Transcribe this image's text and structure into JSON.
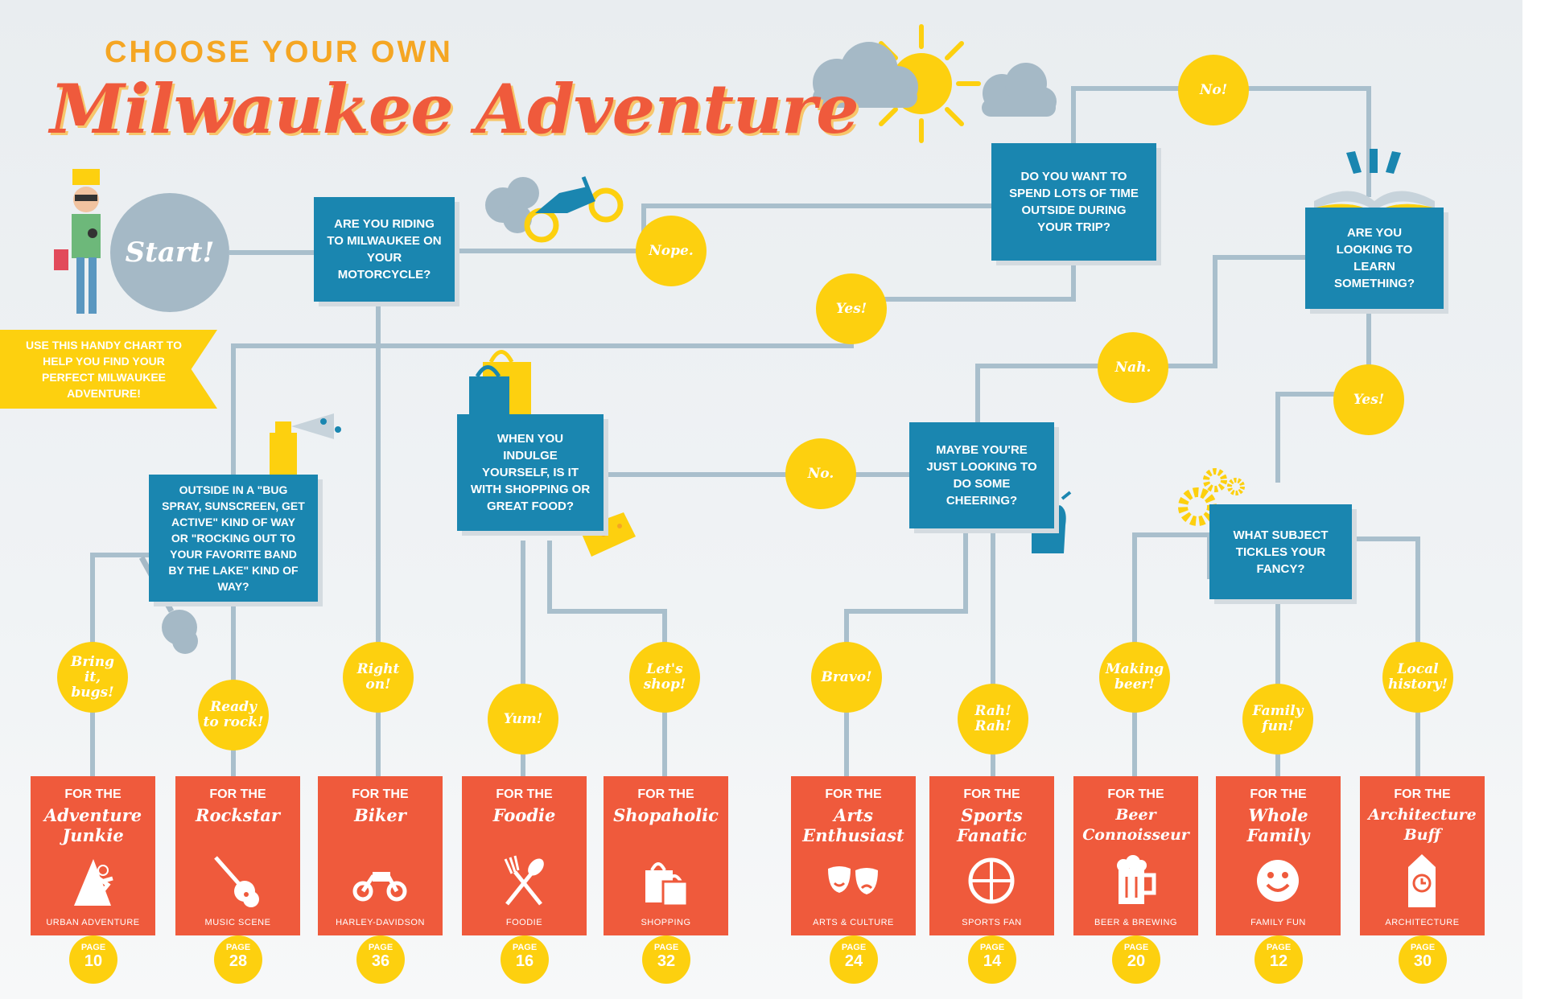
{
  "title": {
    "line1": "CHOOSE YOUR OWN",
    "line2": "Milwaukee Adventure"
  },
  "start": {
    "label": "Start!"
  },
  "ribbon": {
    "text": "USE THIS HANDY CHART TO HELP YOU FIND YOUR PERFECT MILWAUKEE ADVENTURE!"
  },
  "questions": {
    "motorcycle": "ARE YOU RIDING TO MILWAUKEE ON YOUR MOTORCYCLE?",
    "outside": "DO YOU WANT TO SPEND LOTS OF TIME OUTSIDE DURING YOUR TRIP?",
    "learn": "ARE YOU LOOKING TO LEARN SOMETHING?",
    "bugspray": "OUTSIDE IN A \"BUG SPRAY, SUNSCREEN, GET ACTIVE\" KIND OF WAY OR \"ROCKING OUT TO YOUR FAVORITE BAND BY THE LAKE\" KIND OF WAY?",
    "indulge": "WHEN YOU INDULGE YOURSELF, IS IT WITH SHOPPING OR GREAT FOOD?",
    "cheering": "MAYBE YOU'RE JUST LOOKING TO DO SOME CHEERING?",
    "subject": "WHAT SUBJECT TICKLES YOUR FANCY?"
  },
  "answers": {
    "nope": "Nope.",
    "no_excl": "No!",
    "yes1": "Yes!",
    "nah": "Nah.",
    "yes2": "Yes!",
    "no_dot": "No.",
    "bring_it": "Bring\nit, bugs!",
    "ready": "Ready\nto rock!",
    "right_on": "Right\non!",
    "yum": "Yum!",
    "lets_shop": "Let's\nshop!",
    "bravo": "Bravo!",
    "rah": "Rah!\nRah!",
    "making_beer": "Making\nbeer!",
    "family_fun": "Family\nfun!",
    "local_history": "Local\nhistory!"
  },
  "cards": [
    {
      "for": "FOR THE",
      "name": "Adventure\nJunkie",
      "category": "URBAN ADVENTURE",
      "page_label": "PAGE",
      "page": "10",
      "icon": "climber-icon"
    },
    {
      "for": "FOR THE",
      "name": "Rockstar",
      "category": "MUSIC SCENE",
      "page_label": "PAGE",
      "page": "28",
      "icon": "guitar-icon"
    },
    {
      "for": "FOR THE",
      "name": "Biker",
      "category": "HARLEY-DAVIDSON",
      "page_label": "PAGE",
      "page": "36",
      "icon": "motorcycle-icon"
    },
    {
      "for": "FOR THE",
      "name": "Foodie",
      "category": "FOODIE",
      "page_label": "PAGE",
      "page": "16",
      "icon": "fork-spoon-icon"
    },
    {
      "for": "FOR THE",
      "name": "Shopaholic",
      "category": "SHOPPING",
      "page_label": "PAGE",
      "page": "32",
      "icon": "shopping-bags-icon"
    },
    {
      "for": "FOR THE",
      "name": "Arts\nEnthusiast",
      "category": "ARTS & CULTURE",
      "page_label": "PAGE",
      "page": "24",
      "icon": "theater-masks-icon"
    },
    {
      "for": "FOR THE",
      "name": "Sports\nFanatic",
      "category": "SPORTS FAN",
      "page_label": "PAGE",
      "page": "14",
      "icon": "basketball-icon"
    },
    {
      "for": "FOR THE",
      "name": "Beer\nConnoisseur",
      "category": "BEER & BREWING",
      "page_label": "PAGE",
      "page": "20",
      "icon": "beer-mug-icon"
    },
    {
      "for": "FOR THE",
      "name": "Whole\nFamily",
      "category": "FAMILY FUN",
      "page_label": "PAGE",
      "page": "12",
      "icon": "smiley-icon"
    },
    {
      "for": "FOR THE",
      "name": "Architecture\nBuff",
      "category": "ARCHITECTURE",
      "page_label": "PAGE",
      "page": "30",
      "icon": "clock-tower-icon"
    }
  ],
  "colors": {
    "blue": "#1a86b0",
    "yellow": "#fdd00f",
    "red": "#ef5a3c",
    "line": "#a9bfcc",
    "gray": "#a5b9c6"
  }
}
